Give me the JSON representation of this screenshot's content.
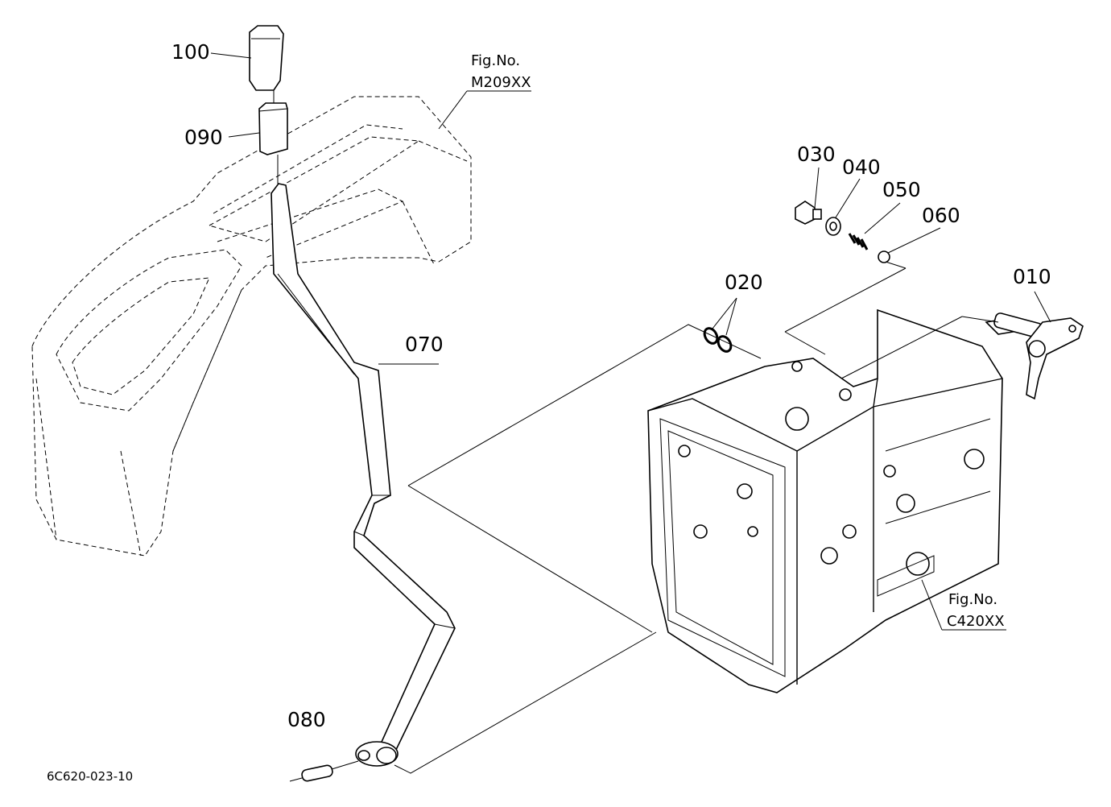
{
  "parts": [
    {
      "id": "100",
      "label": "100"
    },
    {
      "id": "090",
      "label": "090"
    },
    {
      "id": "080",
      "label": "080"
    },
    {
      "id": "070",
      "label": "070"
    },
    {
      "id": "030",
      "label": "030"
    },
    {
      "id": "040",
      "label": "040"
    },
    {
      "id": "050",
      "label": "050"
    },
    {
      "id": "060",
      "label": "060"
    },
    {
      "id": "020",
      "label": "020"
    },
    {
      "id": "010",
      "label": "010"
    }
  ],
  "figure_refs": {
    "cover": {
      "line1": "Fig.No.",
      "line2": "M209XX"
    },
    "housing": {
      "line1": "Fig.No.",
      "line2": "C420XX"
    }
  },
  "drawing_code": "6C620-023-10"
}
